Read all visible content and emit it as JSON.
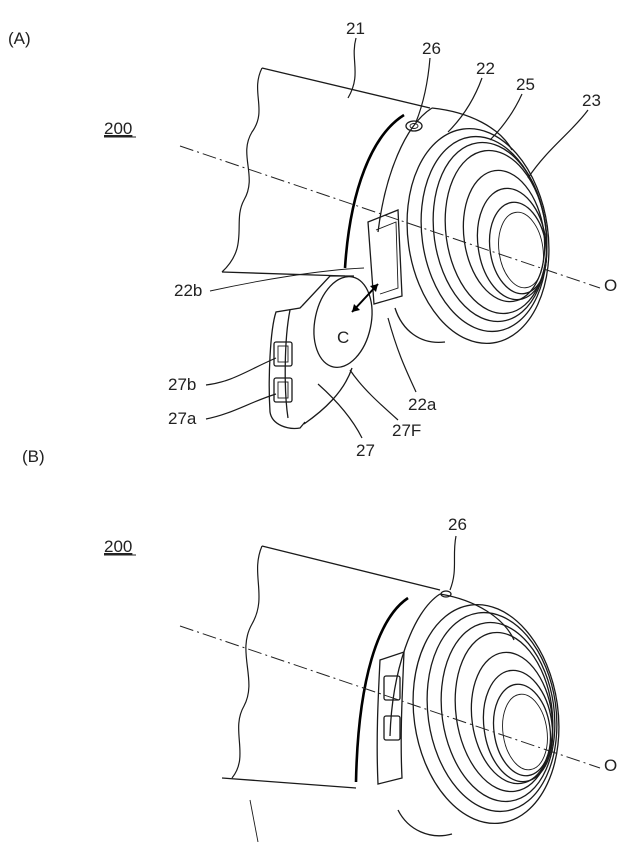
{
  "figure_a": {
    "panel_label": "(A)",
    "device_ref": "200",
    "labels": {
      "body": "21",
      "pin": "26",
      "ring": "22",
      "flange": "25",
      "mount": "23",
      "axis": "O",
      "recess_edge": "22b",
      "slot": "22a",
      "contact_face": "27F",
      "button_b": "27b",
      "button_a": "27a",
      "remote": "27",
      "center": "C"
    }
  },
  "figure_b": {
    "panel_label": "(B)",
    "device_ref": "200",
    "labels": {
      "pin": "26",
      "axis": "O"
    }
  }
}
